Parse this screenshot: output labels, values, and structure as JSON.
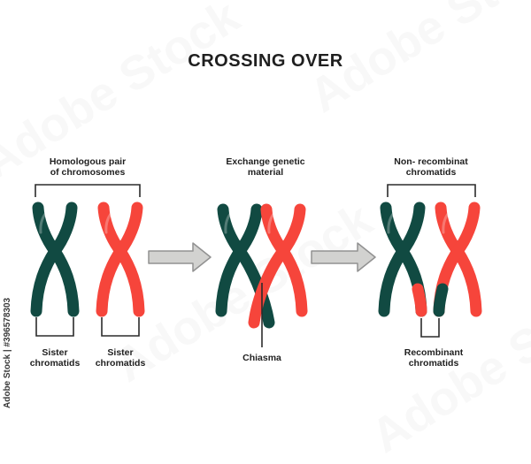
{
  "title": "CROSSING OVER",
  "watermark": {
    "side_text": "Adobe Stock | #396578303",
    "diagonal_text": "Adobe Stock"
  },
  "stages": [
    {
      "name": "homologous-pair",
      "label_line1": "Homologous pair",
      "label_line2": "of chromosomes",
      "sister_left_line1": "Sister",
      "sister_left_line2": "chromatids",
      "sister_right_line1": "Sister",
      "sister_right_line2": "chromatids"
    },
    {
      "name": "exchange-genetic-material",
      "label_line1": "Exchange genetic",
      "label_line2": "material",
      "chiasma_label": "Chiasma"
    },
    {
      "name": "result",
      "label_line1": "Non- recombinat",
      "label_line2": "chromatids",
      "recombinant_line1": "Recombinant",
      "recombinant_line2": "chromatids"
    }
  ],
  "colors": {
    "chromosome_teal": "#114a42",
    "chromosome_red": "#f6453b",
    "arrow_fill": "#d2d2d0",
    "arrow_stroke": "#919191",
    "line": "#2b2b2b",
    "text": "#1f1f1f"
  }
}
